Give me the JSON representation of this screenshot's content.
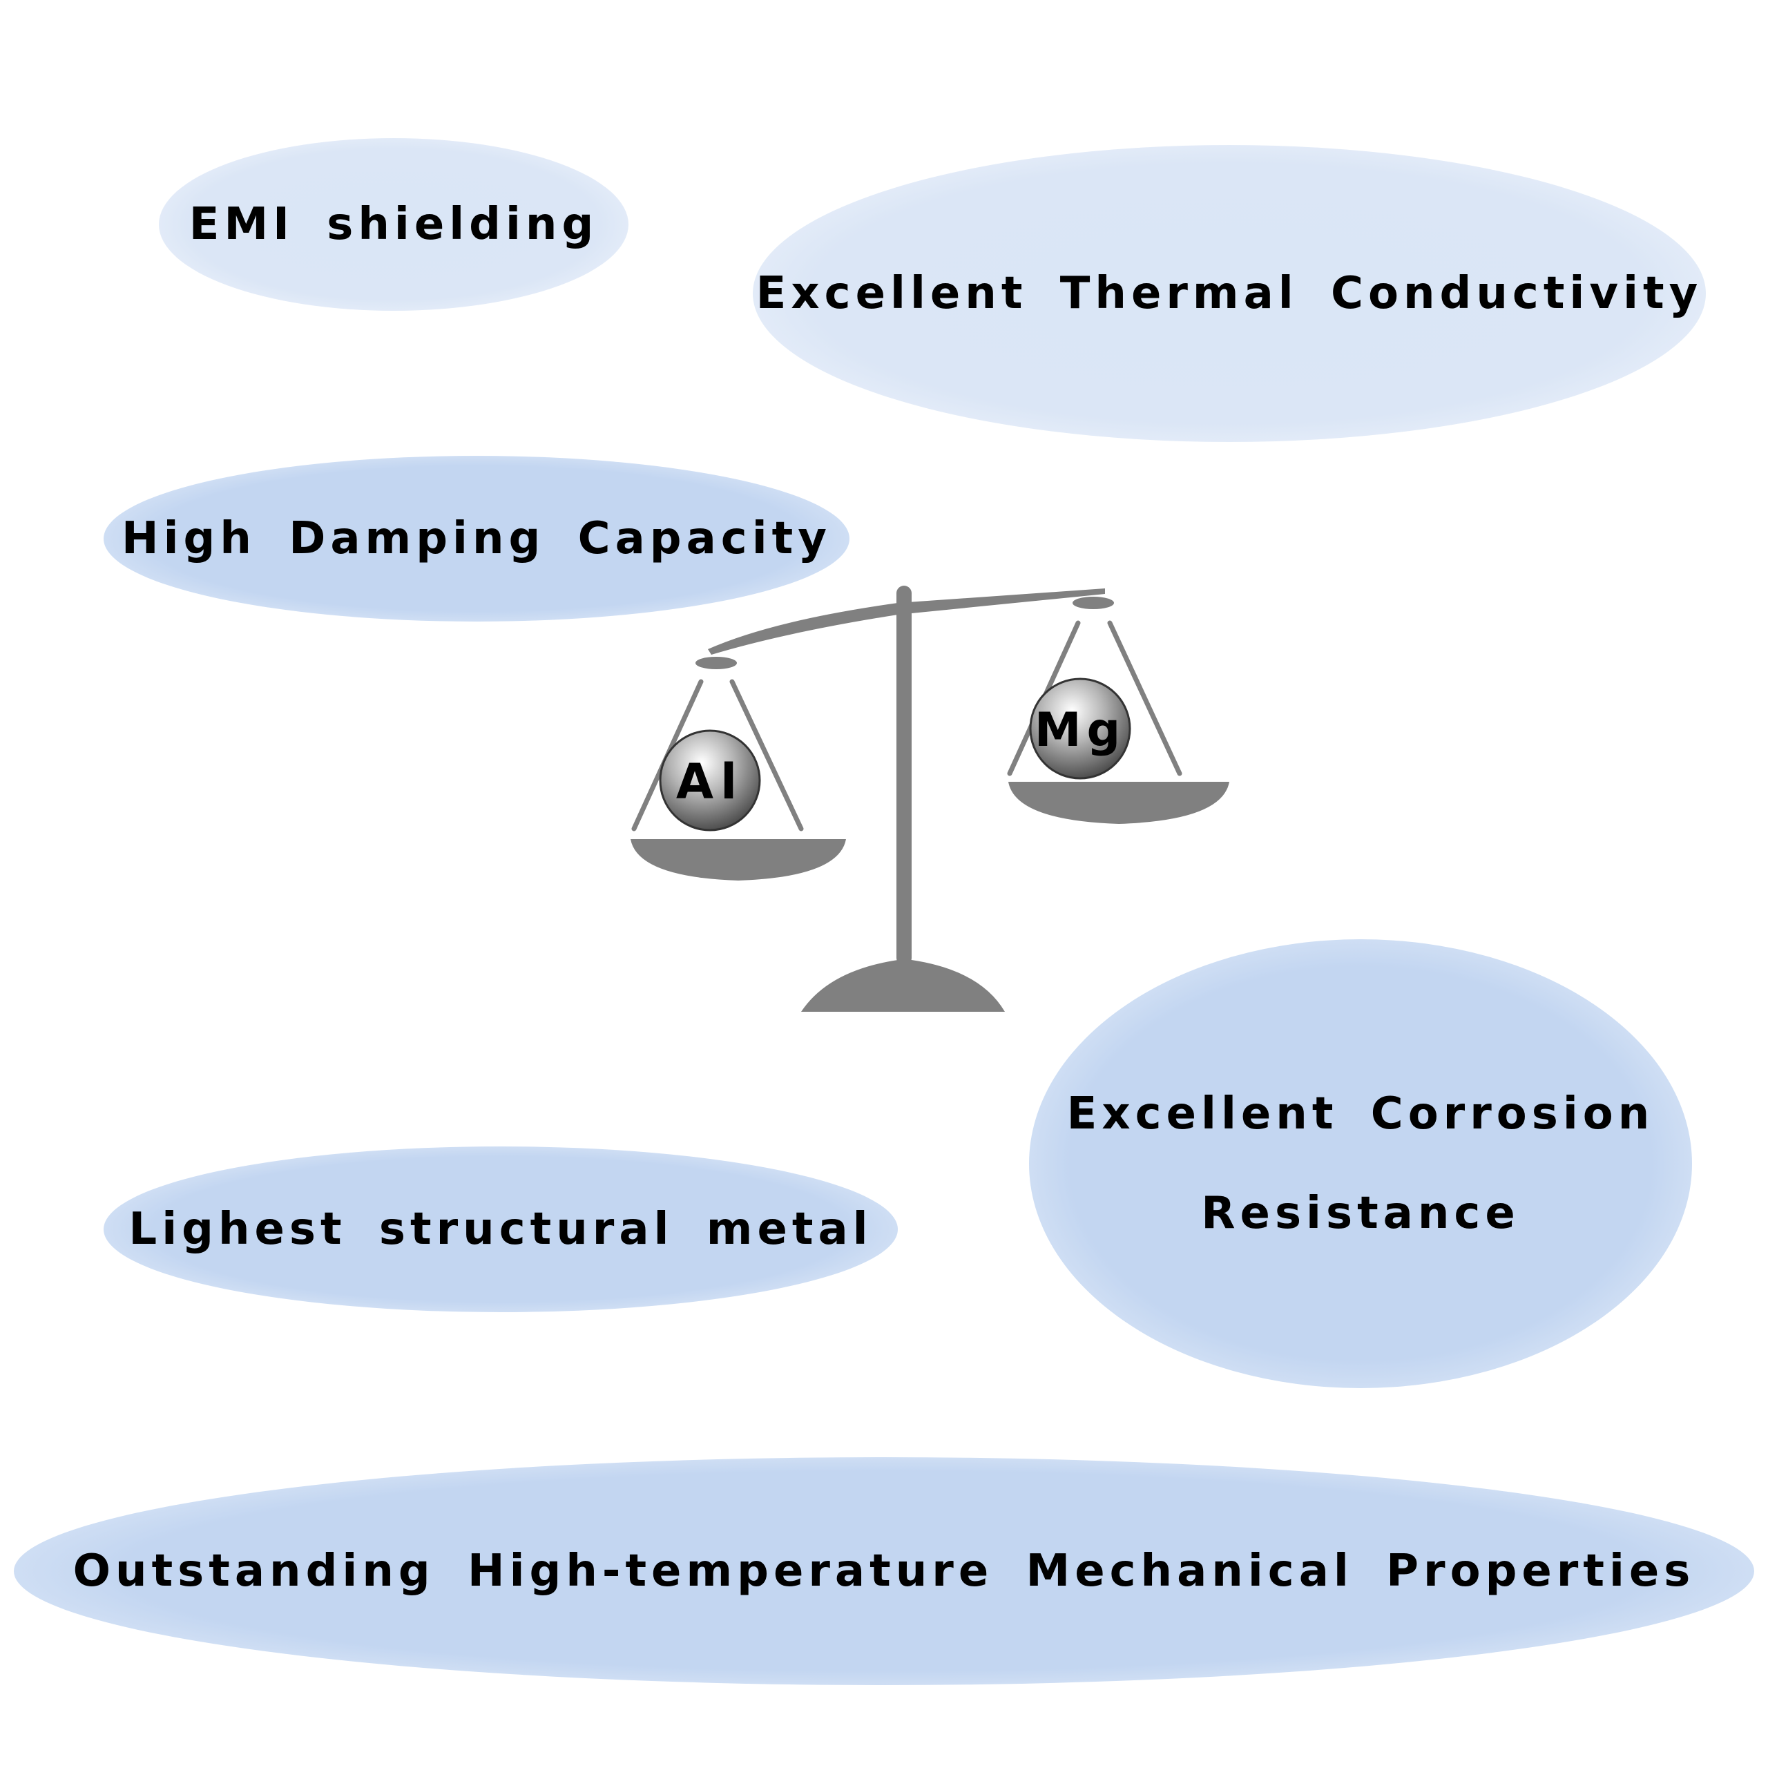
{
  "properties": {
    "emi": "EMI shielding",
    "thermal": "Excellent Thermal Conductivity",
    "damping": "High Damping Capacity",
    "corrosion_line1": "Excellent Corrosion",
    "corrosion_line2": "Resistance",
    "lightest": "Lighest structural metal",
    "high_temp": "Outstanding High-temperature Mechanical Properties"
  },
  "scale": {
    "left_ball": "Al",
    "right_ball": "Mg"
  },
  "colors": {
    "bubble_light": "#dbe6f6",
    "bubble_mid": "#c3d6f1",
    "scale_gray": "#808080"
  }
}
